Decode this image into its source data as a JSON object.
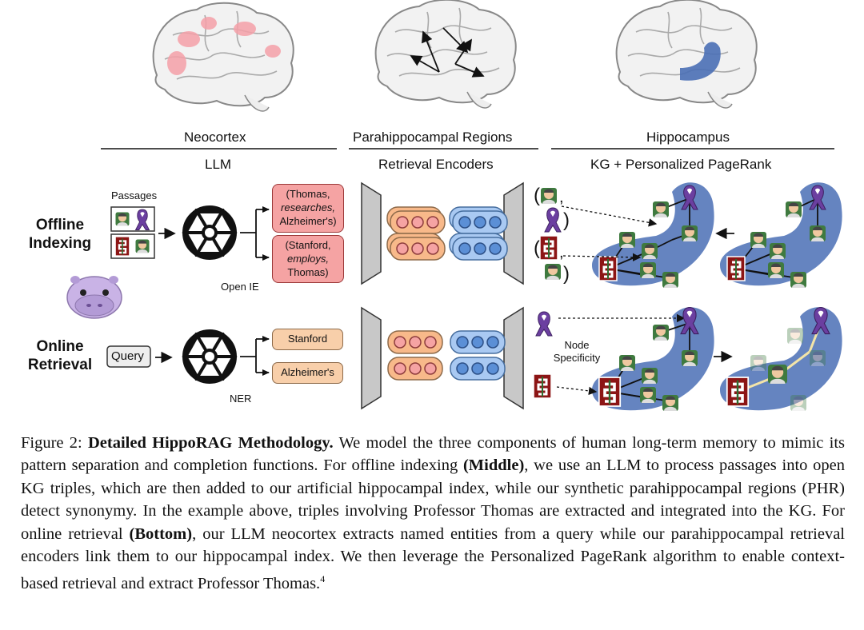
{
  "figure": {
    "headers": {
      "neocortex": "Neocortex",
      "phr": "Parahippocampal Regions",
      "hippocampus": "Hippocampus",
      "llm": "LLM",
      "retrieval_encoders": "Retrieval Encoders",
      "kg_ppr": "KG + Personalized PageRank"
    },
    "rows": {
      "offline": "Offline Indexing",
      "online": "Online Retrieval"
    },
    "labels": {
      "passages": "Passages",
      "query": "Query",
      "open_ie": "Open IE",
      "ner": "NER",
      "node_specificity": "Node Specificity"
    },
    "triples": [
      {
        "open": "(Thomas,",
        "relation": "researches,",
        "close": "Alzheimer's)"
      },
      {
        "open": "(Stanford,",
        "relation": "employs,",
        "close": "Thomas)"
      }
    ],
    "entities": [
      "Stanford",
      "Alzheimer's"
    ],
    "colors": {
      "brain_region": "#f4a0a8",
      "hippocampus_blue": "#4a6fb5",
      "triple_fill": "#f5a3a3",
      "entity_fill": "#f8cfaa",
      "encoder_blue": "#8fb8ec",
      "encoder_orange": "#f8b98a",
      "stanford_red": "#8c1515",
      "ribbon_purple": "#6b3fa0",
      "hippo_purple": "#c9b3e6"
    },
    "icons": [
      "brain-icon",
      "openai-logo-icon",
      "purple-ribbon-icon",
      "stanford-logo-icon",
      "person-icon",
      "hippo-mascot-icon",
      "arrow-icon"
    ]
  },
  "caption": {
    "label": "Figure 2:",
    "title": "Detailed HippoRAG Methodology.",
    "part1": "We model the three components of human long-term memory to mimic its pattern separation and completion functions. For offline indexing",
    "middle": "(Middle)",
    "part2": ", we use an LLM to process passages into open KG triples, which are then added to our artificial hippocampal index, while our synthetic parahippocampal regions (PHR) detect synonymy. In the example above, triples involving Professor Thomas are extracted and integrated into the KG. For online retrieval",
    "bottom": "(Bottom)",
    "part3": ", our LLM neocortex extracts named entities from a query while our parahippocampal retrieval encoders link them to our hippocampal index.  We then leverage the Personalized PageRank algorithm to enable context-based retrieval and extract Professor Thomas.",
    "footnote": "4"
  }
}
